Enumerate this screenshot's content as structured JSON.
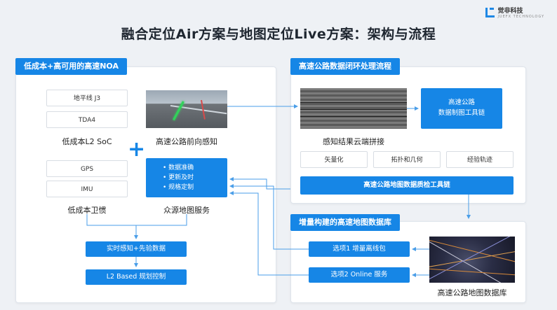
{
  "logo": {
    "text": "觉非科技",
    "sub": "JUEFX TECHNOLOGY"
  },
  "title": "融合定位Air方案与地图定位Live方案：架构与流程",
  "left_panel": {
    "header": "低成本+高可用的高速NOA",
    "soc_chips": [
      "地平线 J3",
      "TDA4"
    ],
    "soc_caption": "低成本L2 SoC",
    "perception_caption": "高速公路前向感知",
    "imu_chips": [
      "GPS",
      "IMU"
    ],
    "imu_caption": "低成本卫惯",
    "crowd_bullets": [
      "数据准确",
      "更新及时",
      "规格定制"
    ],
    "crowd_caption": "众源地图服务",
    "flow_boxes": [
      "实时感知+先验数据",
      "L2 Based 规划控制"
    ]
  },
  "right_top_panel": {
    "header": "高速公路数据闭环处理流程",
    "cloud_caption": "感知结果云端拼接",
    "toolchain_box": [
      "高速公路",
      "数据制图工具链"
    ],
    "chips": [
      "矢量化",
      "拓扑和几何",
      "经验轨迹"
    ],
    "qa_box": "高速公路地图数据质检工具链"
  },
  "right_bottom_panel": {
    "header": "增量构建的高速地图数据库",
    "options": [
      "选项1  增量离线包",
      "选项2  Online 服务"
    ],
    "db_caption": "高速公路地图数据库"
  },
  "colors": {
    "accent": "#1686e6",
    "line": "#4a9ee8"
  }
}
